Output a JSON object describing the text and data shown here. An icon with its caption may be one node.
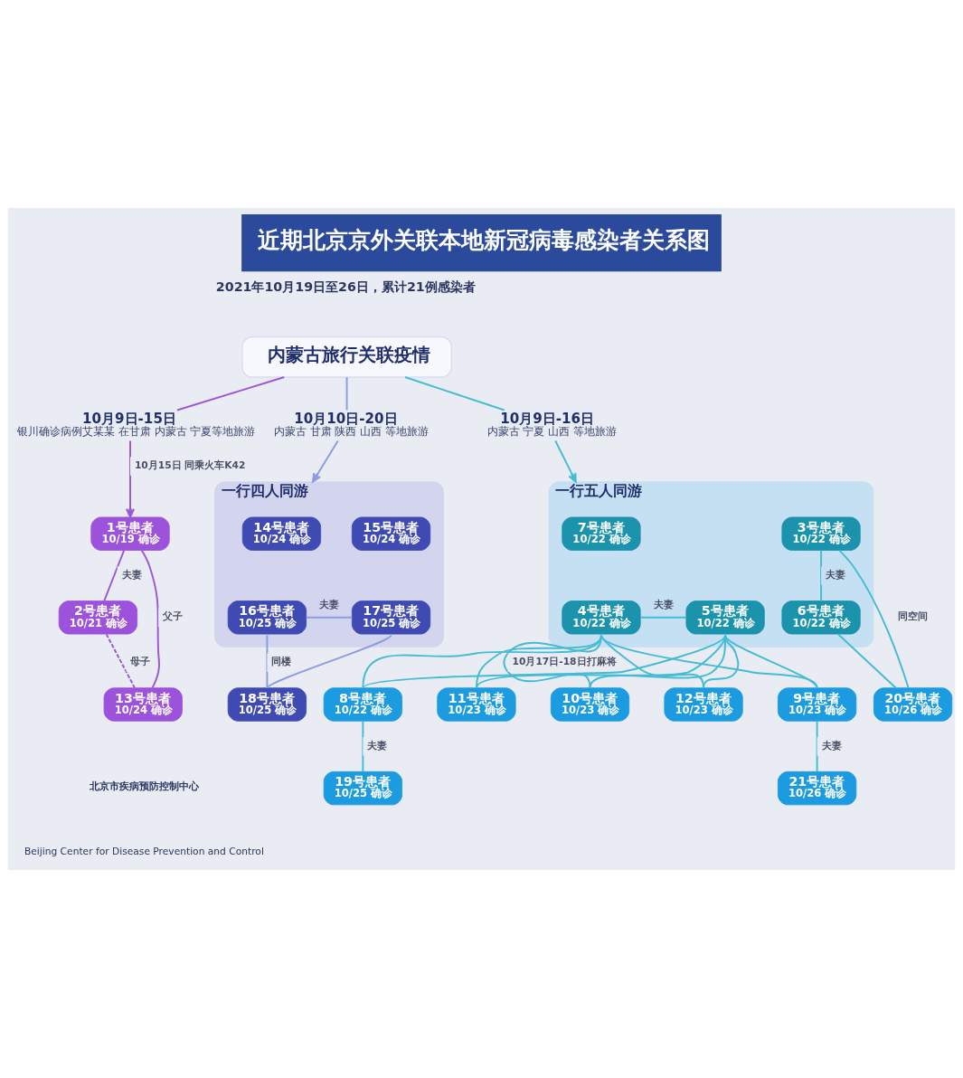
{
  "diagram": {
    "title": "近期北京京外关联本地新冠病毒感染者关系图",
    "nodes": [
      {
        "text": [
          "内蒙古旅行关联疫情"
        ]
      },
      {
        "text": [
          "10月9日-15日",
          "银川确诊病例艾某某 在甘肃 内蒙古 宁夏等地旅游"
        ]
      },
      {
        "text": [
          "10月10日-20日",
          "内蒙古 甘肃 陕西 山西 等地旅游"
        ]
      },
      {
        "text": [
          "10月9日-16日",
          "内蒙古 宁夏 山西 等地旅游"
        ]
      },
      {
        "text": [
          "一行四人同游"
        ]
      },
      {
        "text": [
          "一行五人同游"
        ]
      },
      {
        "text": [
          "1号患者",
          "10/19 确诊"
        ]
      },
      {
        "text": [
          "14号患者",
          "10/24 确诊"
        ],
        "in": 4
      },
      {
        "text": [
          "15号患者",
          "10/24 确诊"
        ],
        "in": 4
      },
      {
        "text": [
          "7号患者",
          "10/22 确诊"
        ],
        "in": 5
      },
      {
        "text": [
          "3号患者",
          "10/22 确诊"
        ],
        "in": 5
      },
      {
        "text": [
          "2号患者",
          "10/21 确诊"
        ]
      },
      {
        "text": [
          "16号患者",
          "10/25 确诊"
        ],
        "in": 4
      },
      {
        "text": [
          "17号患者",
          "10/25 确诊"
        ],
        "in": 4
      },
      {
        "text": [
          "4号患者",
          "10/22 确诊"
        ],
        "in": 5
      },
      {
        "text": [
          "5号患者",
          "10/22 确诊"
        ],
        "in": 5
      },
      {
        "text": [
          "6号患者",
          "10/22 确诊"
        ],
        "in": 5
      },
      {
        "text": [
          "18号患者",
          "10/25 确诊"
        ]
      },
      {
        "text": [
          "11号患者",
          "10/23 确诊"
        ]
      },
      {
        "text": [
          "12号患者",
          "10/23 确诊"
        ]
      },
      {
        "text": [
          "20号患者",
          "10/26 确诊"
        ]
      },
      {
        "text": [
          "13号患者",
          "10/24 确诊"
        ]
      },
      {
        "text": [
          "8号患者",
          "10/22 确诊"
        ]
      },
      {
        "text": [
          "10号患者",
          "10/23 确诊"
        ]
      },
      {
        "text": [
          "9号患者",
          "10/23 确诊"
        ]
      },
      {
        "text": [
          "19号患者",
          "10/25 确诊"
        ]
      },
      {
        "text": [
          "21号患者",
          "10/26 确诊"
        ]
      }
    ],
    "edges": [
      {
        "from": 0,
        "to": 1,
        "arrow": "none",
        "color": "#9b59d6"
      },
      {
        "from": 0,
        "to": 2,
        "arrow": "none",
        "color": "#8c9ce0"
      },
      {
        "from": 0,
        "to": 3,
        "arrow": "none"
      },
      {
        "from": 1,
        "to": 6,
        "arrow": "to",
        "label": "10月15日 同乘火车K42",
        "color": "#9b59d6"
      },
      {
        "from": 2,
        "to": 4,
        "arrow": "to",
        "color": "#8c9ce0"
      },
      {
        "from": 3,
        "to": 5,
        "arrow": "to"
      },
      {
        "from": 6,
        "to": 11,
        "arrow": "none",
        "label": "夫妻",
        "color": "#9b59d6"
      },
      {
        "from": 11,
        "to": 21,
        "arrow": "none",
        "label": "母子",
        "style": "dashed",
        "color": "#9b59d6"
      },
      {
        "from": 6,
        "to": 21,
        "arrow": "none",
        "label": "父子",
        "color": "#9b59d6"
      },
      {
        "from": 12,
        "to": 13,
        "arrow": "none",
        "label": "夫妻",
        "color": "#8c9ce0"
      },
      {
        "from": 12,
        "to": 17,
        "arrow": "none",
        "label": "同楼",
        "color": "#8c9ce0"
      },
      {
        "from": 13,
        "to": 17,
        "arrow": "none",
        "color": "#8c9ce0"
      },
      {
        "from": 10,
        "to": 16,
        "arrow": "none",
        "label": "夫妻"
      },
      {
        "from": 10,
        "to": 20,
        "arrow": "none",
        "label": "同空间"
      },
      {
        "from": 16,
        "to": 20,
        "arrow": "none"
      },
      {
        "from": 14,
        "to": 15,
        "arrow": "none",
        "label": "夫妻"
      },
      {
        "from": 14,
        "to": 18,
        "arrow": "none"
      },
      {
        "from": 14,
        "to": 19,
        "arrow": "none"
      },
      {
        "from": 14,
        "to": 22,
        "arrow": "none"
      },
      {
        "from": 14,
        "to": 23,
        "arrow": "none",
        "label": "10月17日-18日打麻将"
      },
      {
        "from": 14,
        "to": 24,
        "arrow": "none"
      },
      {
        "from": 15,
        "to": 18,
        "arrow": "none"
      },
      {
        "from": 15,
        "to": 19,
        "arrow": "none"
      },
      {
        "from": 15,
        "to": 22,
        "arrow": "none"
      },
      {
        "from": 15,
        "to": 23,
        "arrow": "none"
      },
      {
        "from": 15,
        "to": 24,
        "arrow": "none"
      },
      {
        "from": 22,
        "to": 25,
        "arrow": "none",
        "label": "夫妻"
      },
      {
        "from": 24,
        "to": 26,
        "arrow": "none",
        "label": "夫妻"
      }
    ],
    "labels": [
      "2021年10月19日至26日，累计21例感染者",
      "北京市疾病预防控制中心",
      "Beijing Center for Disease Prevention and Control"
    ]
  }
}
